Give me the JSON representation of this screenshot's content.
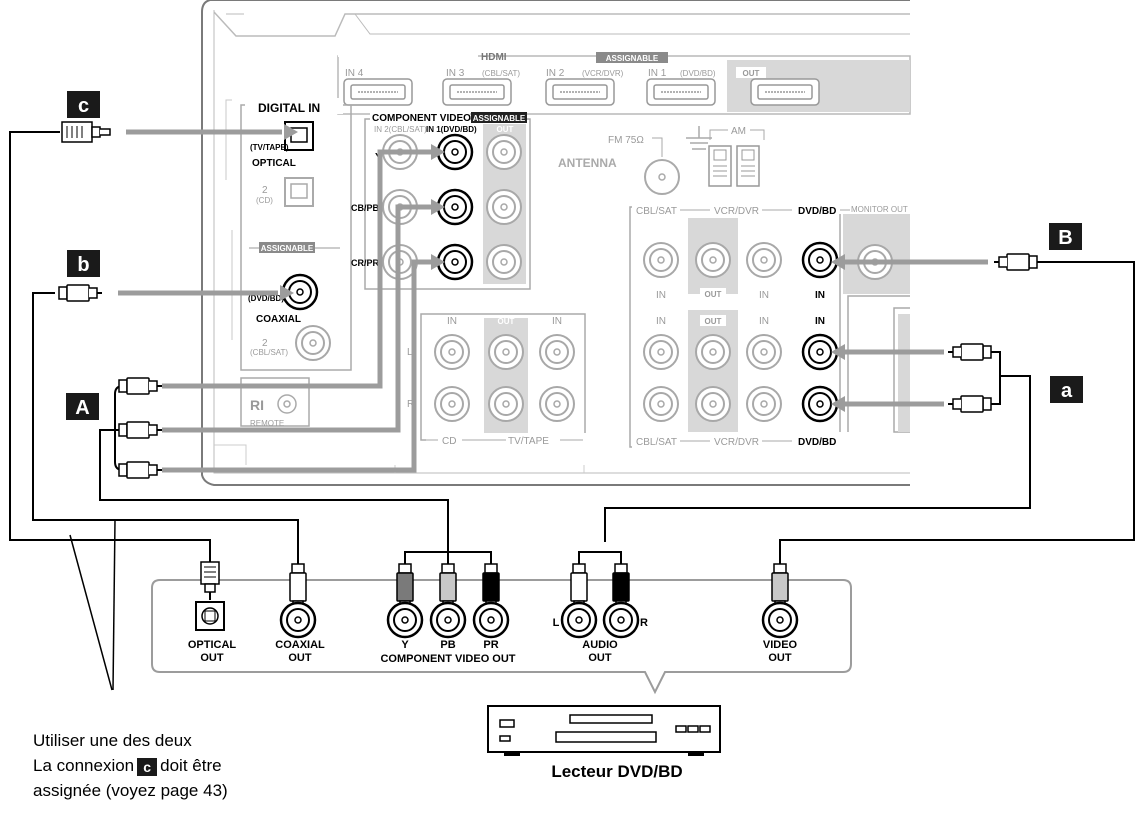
{
  "receiver": {
    "hdmi": {
      "title": "HDMI",
      "assignable": "ASSIGNABLE",
      "in4": "IN 4",
      "in3": "IN 3",
      "in3_sub": "(CBL/SAT)",
      "in2": "IN 2",
      "in2_sub": "(VCR/DVR)",
      "in1": "IN 1",
      "in1_sub": "(DVD/BD)",
      "out": "OUT"
    },
    "digital_in": {
      "title": "DIGITAL IN",
      "tv_tape": "(TV/TAPE)",
      "optical": "OPTICAL",
      "opt2": "2",
      "opt2_sub": "(CD)",
      "assignable": "ASSIGNABLE",
      "dvd_bd": "(DVD/BD)",
      "coaxial": "COAXIAL",
      "coax2": "2",
      "coax2_sub": "(CBL/SAT)"
    },
    "remote": {
      "ri": "RI",
      "label": "REMOTE"
    },
    "component_video": {
      "title": "COMPONENT VIDEO",
      "assignable": "ASSIGNABLE",
      "in2": "IN 2(CBL/SAT)",
      "in1": "IN 1(DVD/BD)",
      "out": "OUT",
      "y": "Y",
      "cb": "CB/PB",
      "cr": "CR/PR"
    },
    "antenna": {
      "fm": "FM 75Ω",
      "am": "AM",
      "label": "ANTENNA"
    },
    "audio_small": {
      "in": "IN",
      "out": "OUT",
      "l": "L",
      "r": "R",
      "cd": "CD",
      "tv_tape": "TV/TAPE"
    },
    "video_panel": {
      "cbl_sat": "CBL/SAT",
      "vcr_dvr": "VCR/DVR",
      "dvd_bd": "DVD/BD",
      "monitor_out": "MONITOR OUT",
      "in": "IN",
      "out": "OUT"
    }
  },
  "callouts": {
    "c": "c",
    "b": "b",
    "A": "A",
    "B": "B",
    "a": "a"
  },
  "player": {
    "optical_out_1": "OPTICAL",
    "optical_out_2": "OUT",
    "coaxial_out_1": "COAXIAL",
    "coaxial_out_2": "OUT",
    "y": "Y",
    "pb": "PB",
    "pr": "PR",
    "component_video_out": "COMPONENT VIDEO OUT",
    "audio_l": "L",
    "audio_r": "R",
    "audio_out_1": "AUDIO",
    "audio_out_2": "OUT",
    "video_out_1": "VIDEO",
    "video_out_2": "OUT",
    "name": "Lecteur DVD/BD"
  },
  "note": {
    "line1": "Utiliser une des deux",
    "line2_pre": "La connexion",
    "line2_badge": "c",
    "line2_post": "doit être",
    "line3": "assignée (voyez page 43)"
  }
}
